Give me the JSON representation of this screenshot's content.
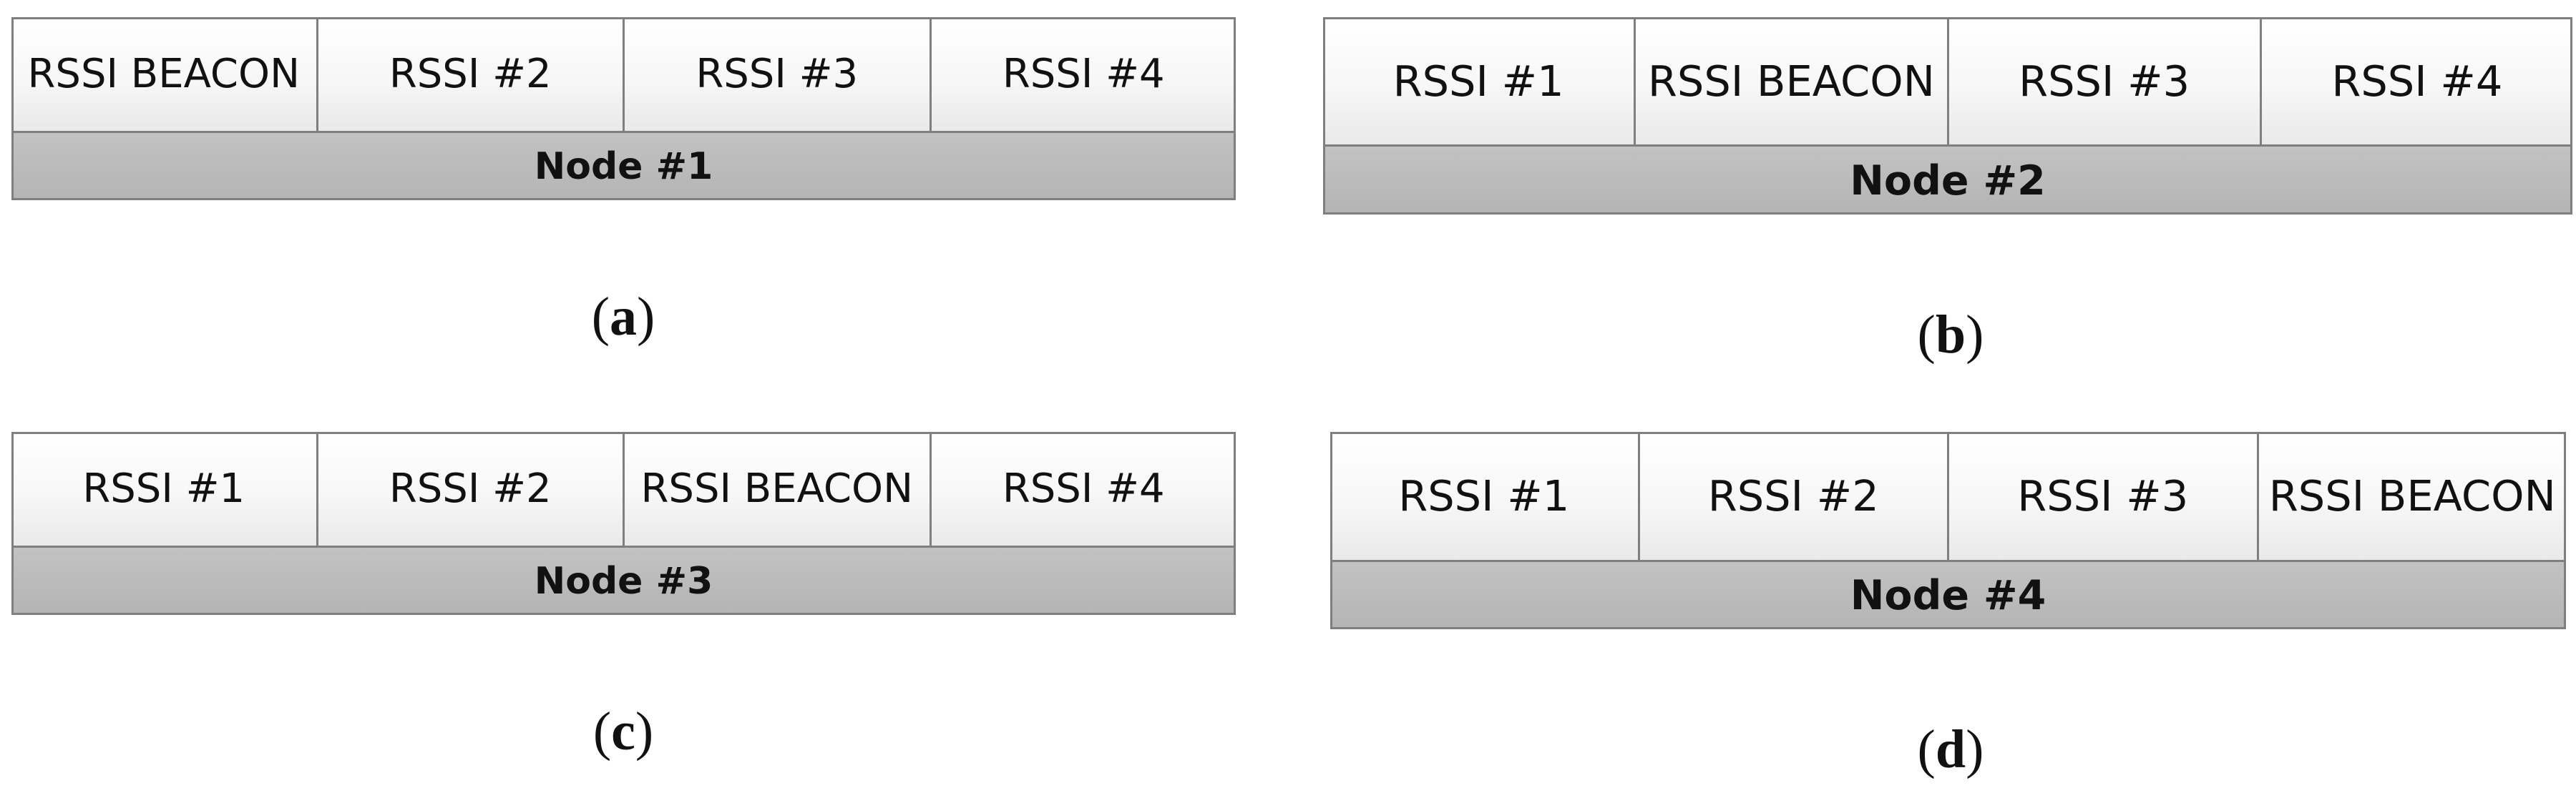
{
  "panels": [
    {
      "slots": [
        "RSSI BEACON",
        "RSSI #2",
        "RSSI #3",
        "RSSI #4"
      ],
      "node_label": "Node #1",
      "caption_letter": "a"
    },
    {
      "slots": [
        "RSSI #1",
        "RSSI BEACON",
        "RSSI #3",
        "RSSI #4"
      ],
      "node_label": "Node #2",
      "caption_letter": "b"
    },
    {
      "slots": [
        "RSSI #1",
        "RSSI #2",
        "RSSI BEACON",
        "RSSI #4"
      ],
      "node_label": "Node #3",
      "caption_letter": "c"
    },
    {
      "slots": [
        "RSSI #1",
        "RSSI #2",
        "RSSI #3",
        "RSSI BEACON"
      ],
      "node_label": "Node #4",
      "caption_letter": "d"
    }
  ],
  "caption_open": "(",
  "caption_close": ")",
  "colors": {
    "border": "#7f7f7f",
    "slot_fill": "#f7f7f7",
    "node_bar_fill": "#b8b8b8",
    "text": "#111111"
  }
}
